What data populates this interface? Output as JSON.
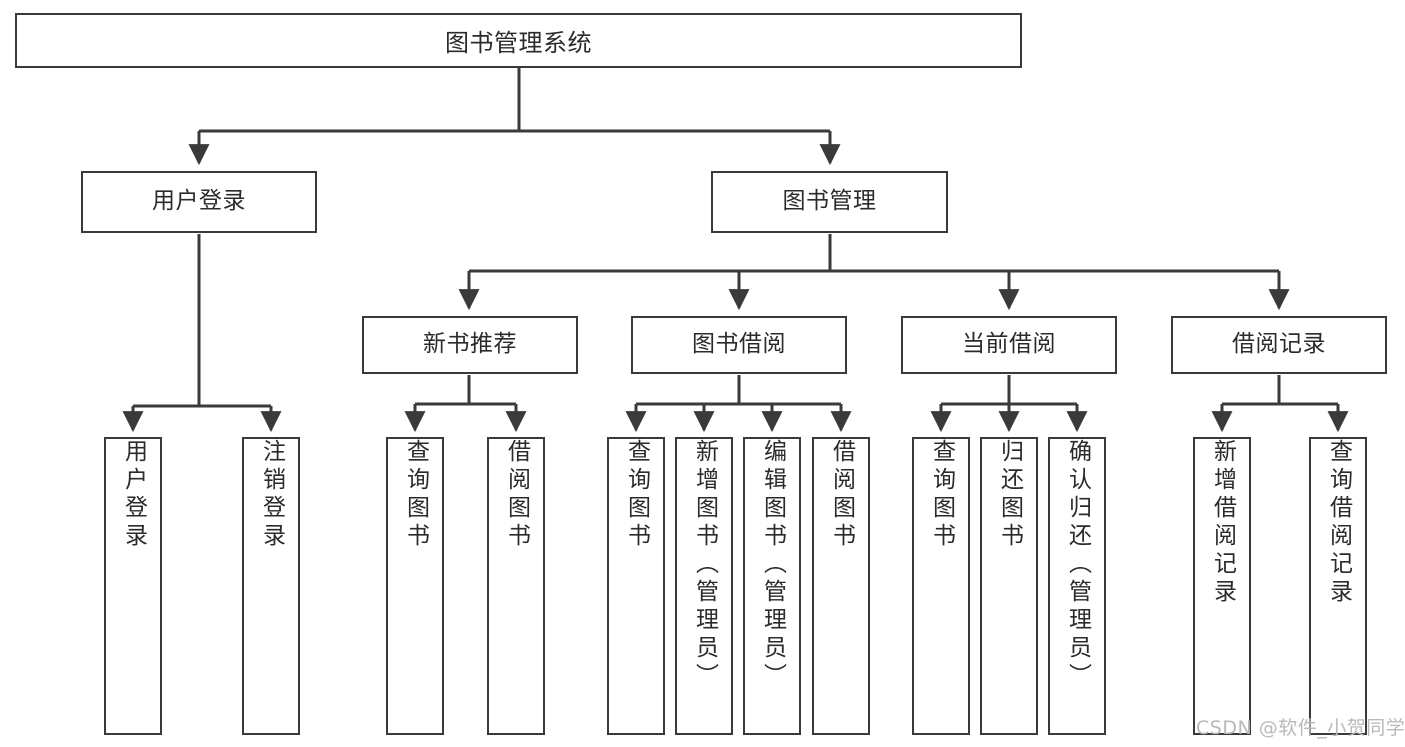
{
  "diagram": {
    "type": "tree",
    "root": {
      "label": "图书管理系统"
    },
    "level2": [
      {
        "label": "用户登录"
      },
      {
        "label": "图书管理"
      }
    ],
    "level3": [
      {
        "label": "新书推荐"
      },
      {
        "label": "图书借阅"
      },
      {
        "label": "当前借阅"
      },
      {
        "label": "借阅记录"
      }
    ],
    "leaves": {
      "user_login": [
        {
          "label": "用户登录"
        },
        {
          "label": "注销登录"
        }
      ],
      "new_book_recommend": [
        {
          "label": "查询图书"
        },
        {
          "label": "借阅图书"
        }
      ],
      "book_borrow": [
        {
          "label": "查询图书"
        },
        {
          "label": "新增图书（管理员）"
        },
        {
          "label": "编辑图书（管理员）"
        },
        {
          "label": "借阅图书"
        }
      ],
      "current_borrow": [
        {
          "label": "查询图书"
        },
        {
          "label": "归还图书"
        },
        {
          "label": "确认归还（管理员）"
        }
      ],
      "borrow_record": [
        {
          "label": "新增借阅记录"
        },
        {
          "label": "查询借阅记录"
        }
      ]
    }
  },
  "watermark": {
    "text": "CSDN @软件_小贺同学"
  },
  "colors": {
    "stroke": "#3a3a3a",
    "text": "#2b2b2b",
    "background": "#ffffff",
    "watermark": "#b9b9b9"
  }
}
